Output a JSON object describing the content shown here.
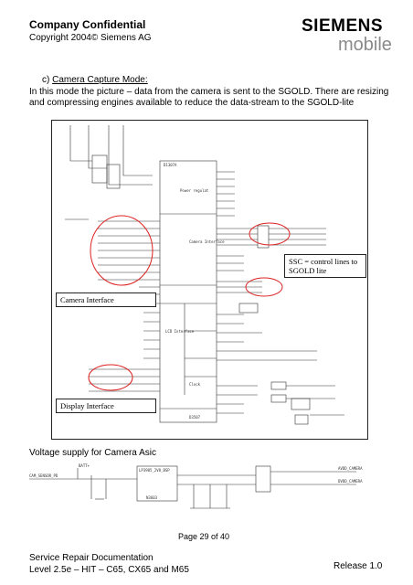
{
  "header": {
    "title": "Company Confidential",
    "copyright": "Copyright 2004© Siemens AG",
    "logo_brand": "SIEMENS",
    "logo_sub": "mobile"
  },
  "section": {
    "marker": "c)",
    "heading": "Camera Capture Mode:",
    "paragraph": "In this mode the picture – data from the camera is sent to the SGOLD. There are resizing and compressing engines available to reduce the data-stream to the SGOLD-lite"
  },
  "figure": {
    "callouts": {
      "camera_interface": "Camera Interface",
      "display_interface": "Display Interface",
      "ssc_line1": "SSC = control lines to",
      "ssc_line2": "SGOLD lite"
    },
    "labels": {
      "ic_top": "D1307A",
      "power": "Power regulat",
      "camera_block": "Camera Interface",
      "lcd_block": "LCD Interface",
      "clock_block": "Clock",
      "ic_bottom": "D3507"
    }
  },
  "voltage": {
    "caption": "Voltage supply for Camera Asic",
    "labels": {
      "batt": "BATT+",
      "ic": "LP3985_2V8_BSP",
      "part": "N3603",
      "avdd": "AVDD_CAMERA",
      "dvdd": "DVDD_CAMERA",
      "net": "CAM_SENSOR_PD"
    }
  },
  "footer": {
    "page": "Page 29 of 40",
    "doc_line1": "Service Repair Documentation",
    "doc_line2": "Level 2.5e – HIT – C65, CX65 and M65",
    "release": "Release 1.0"
  }
}
